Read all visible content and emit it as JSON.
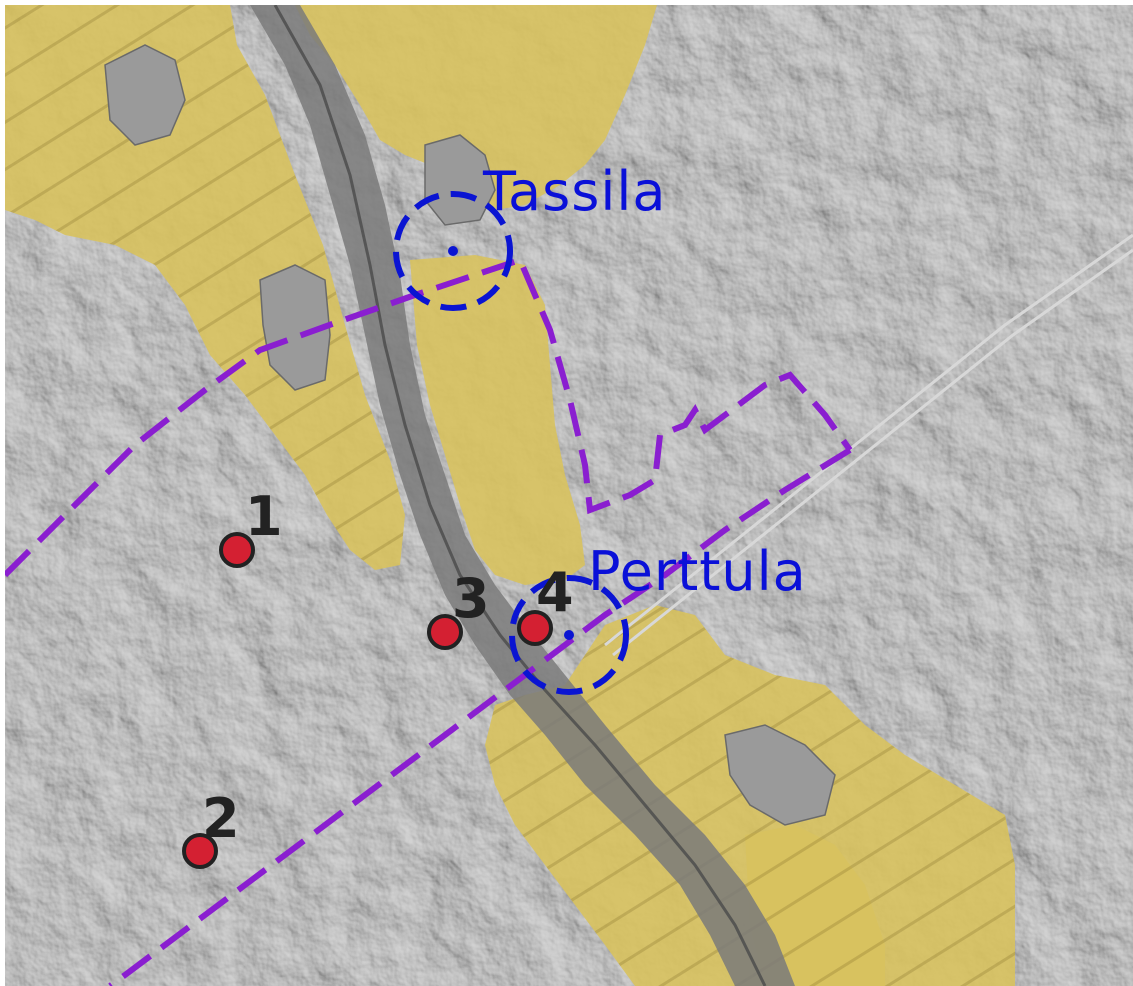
{
  "colors": {
    "terrain": "#8f8f8f",
    "field": "#d8c25e",
    "boundary": "#8a1ed0",
    "place_marker": "#0a14d2",
    "site_marker": "#d42032"
  },
  "place_labels": [
    {
      "id": "tassila",
      "text": "Tassila"
    },
    {
      "id": "perttula",
      "text": "Perttula"
    }
  ],
  "sites": [
    {
      "id": "site-1",
      "number": "1"
    },
    {
      "id": "site-2",
      "number": "2"
    },
    {
      "id": "site-3",
      "number": "3"
    },
    {
      "id": "site-4",
      "number": "4"
    }
  ]
}
